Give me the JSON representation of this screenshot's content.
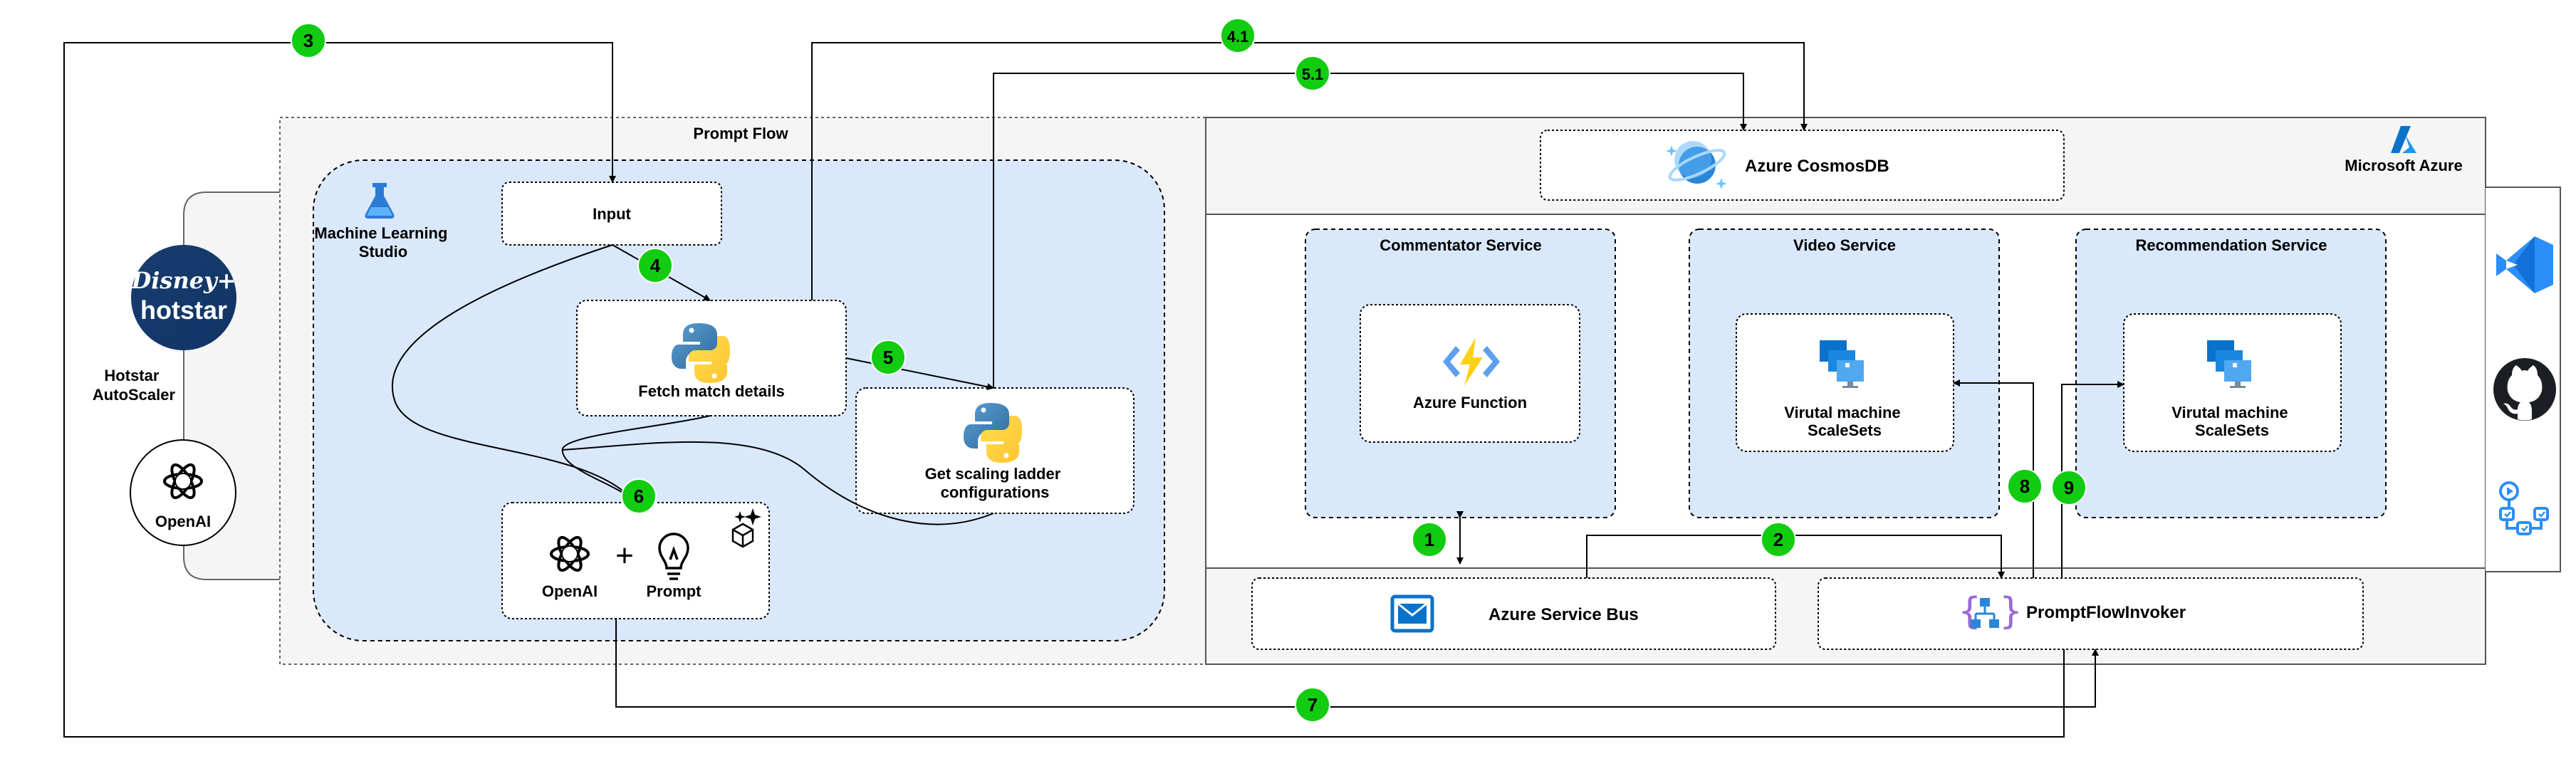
{
  "panels": {
    "prompt_flow": "Prompt Flow",
    "microsoft_azure": "Microsoft Azure",
    "ml_studio": "Machine Learning\nStudio",
    "hotstar_autoscaler": "Hotstar\nAutoScaler"
  },
  "nodes": {
    "input": "Input",
    "fetch_match": "Fetch match details",
    "scaling_ladder": "Get scaling ladder\nconfigurations",
    "openai_small": "OpenAI",
    "prompt": "Prompt",
    "plus": "+",
    "openai_left": "OpenAI",
    "cosmosdb": "Azure CosmosDB",
    "commentator": "Commentator Service",
    "azure_function": "Azure Function",
    "video_service": "Video Service",
    "vmss_video": "Virutal machine\nScaleSets",
    "recommendation": "Recommendation Service",
    "vmss_rec": "Virutal machine\nScaleSets",
    "service_bus": "Azure Service Bus",
    "pf_invoker": "PromptFlowInvoker"
  },
  "logos": {
    "disney_plus": "Disney+",
    "hotstar": "hotstar"
  },
  "steps": [
    "3",
    "4.1",
    "5.1",
    "4",
    "5",
    "6",
    "1",
    "2",
    "8",
    "9",
    "7"
  ],
  "icons": [
    "ml-studio-icon",
    "python-icon",
    "openai-icon",
    "lightbulb-icon",
    "sparkle-cube-icon",
    "cosmosdb-icon",
    "azure-function-icon",
    "vmss-icon",
    "service-bus-icon",
    "prompt-flow-icon",
    "azure-logo-icon",
    "vscode-icon",
    "github-icon",
    "devops-pipeline-icon"
  ],
  "colors": {
    "step_green": "#11cc11",
    "panel_blue": "#dae8fc",
    "panel_gray": "#f5f5f5",
    "disney_navy": "#0b2b5c",
    "vscode_blue": "#2c8ef8",
    "azure_blue": "#0a72c8"
  }
}
